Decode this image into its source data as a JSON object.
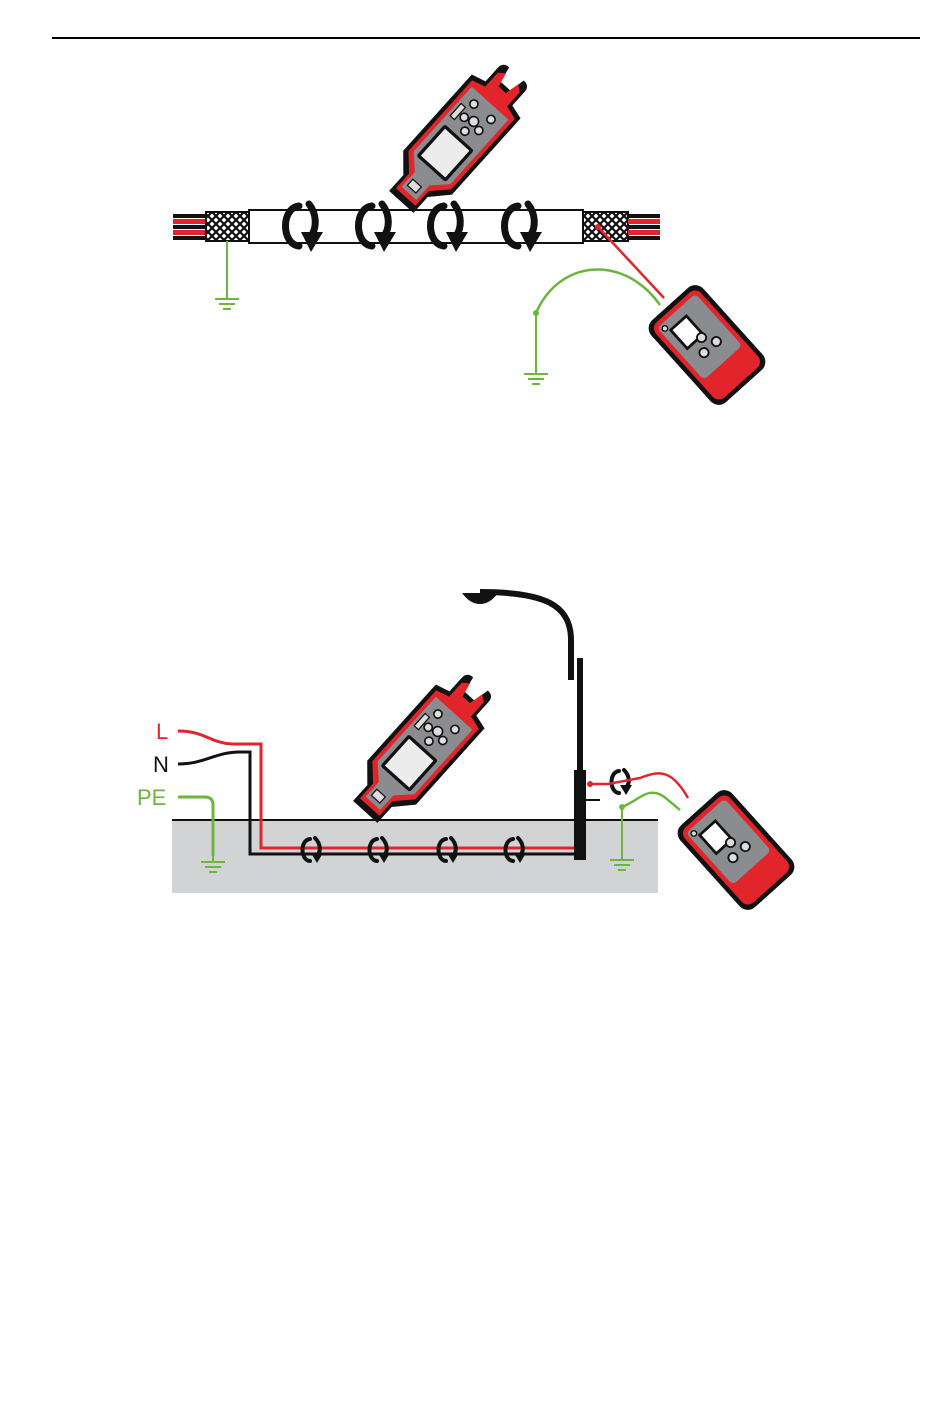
{
  "colors": {
    "red": "#e2242b",
    "black": "#111111",
    "green": "#6cb63c",
    "ground_fill": "#d2d3d5",
    "device_body": "#8a8c8f",
    "device_dark": "#5b5d60",
    "device_screen": "#e9e9e9"
  },
  "figure2": {
    "labels": {
      "line": "L",
      "neutral": "N",
      "protective_earth": "PE"
    }
  },
  "icons": [
    "clamp-meter-icon",
    "cable-tracer-transmitter-icon",
    "ground-symbol-icon",
    "streetlight-icon",
    "current-arrow-icon"
  ]
}
